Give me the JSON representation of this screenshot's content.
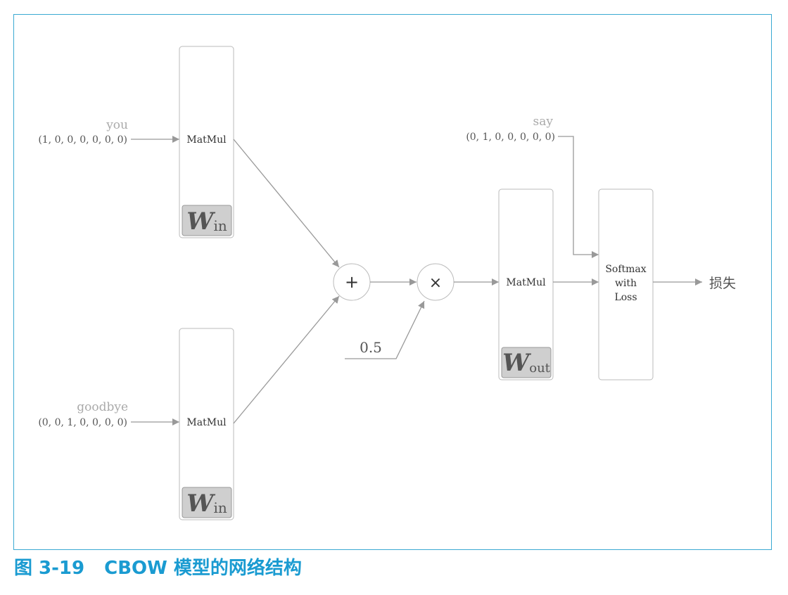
{
  "inputs": {
    "you": {
      "word": "you",
      "vector": "(1, 0, 0, 0, 0, 0, 0)"
    },
    "goodbye": {
      "word": "goodbye",
      "vector": "(0, 0, 1, 0, 0, 0, 0)"
    },
    "say": {
      "word": "say",
      "vector": "(0, 1, 0, 0, 0, 0, 0)"
    }
  },
  "layers": {
    "matmul_top": {
      "label": "MatMul",
      "weight": "W",
      "weight_sub": "in"
    },
    "matmul_bottom": {
      "label": "MatMul",
      "weight": "W",
      "weight_sub": "in"
    },
    "matmul_out": {
      "label": "MatMul",
      "weight": "W",
      "weight_sub": "out"
    },
    "softmax": {
      "line1": "Softmax",
      "line2": "with",
      "line3": "Loss"
    }
  },
  "ops": {
    "add": "+",
    "multiply": "×",
    "constant": "0.5"
  },
  "output": {
    "label": "损失"
  },
  "caption": {
    "number": "图 3-19",
    "title": "CBOW 模型的网络结构"
  },
  "colors": {
    "frame": "#3aa9d2",
    "caption": "#1a9bd1",
    "line": "#999999",
    "muted_text": "#aaaaaa",
    "weight_bg": "#cfcfcf",
    "weight_text": "#555555"
  }
}
